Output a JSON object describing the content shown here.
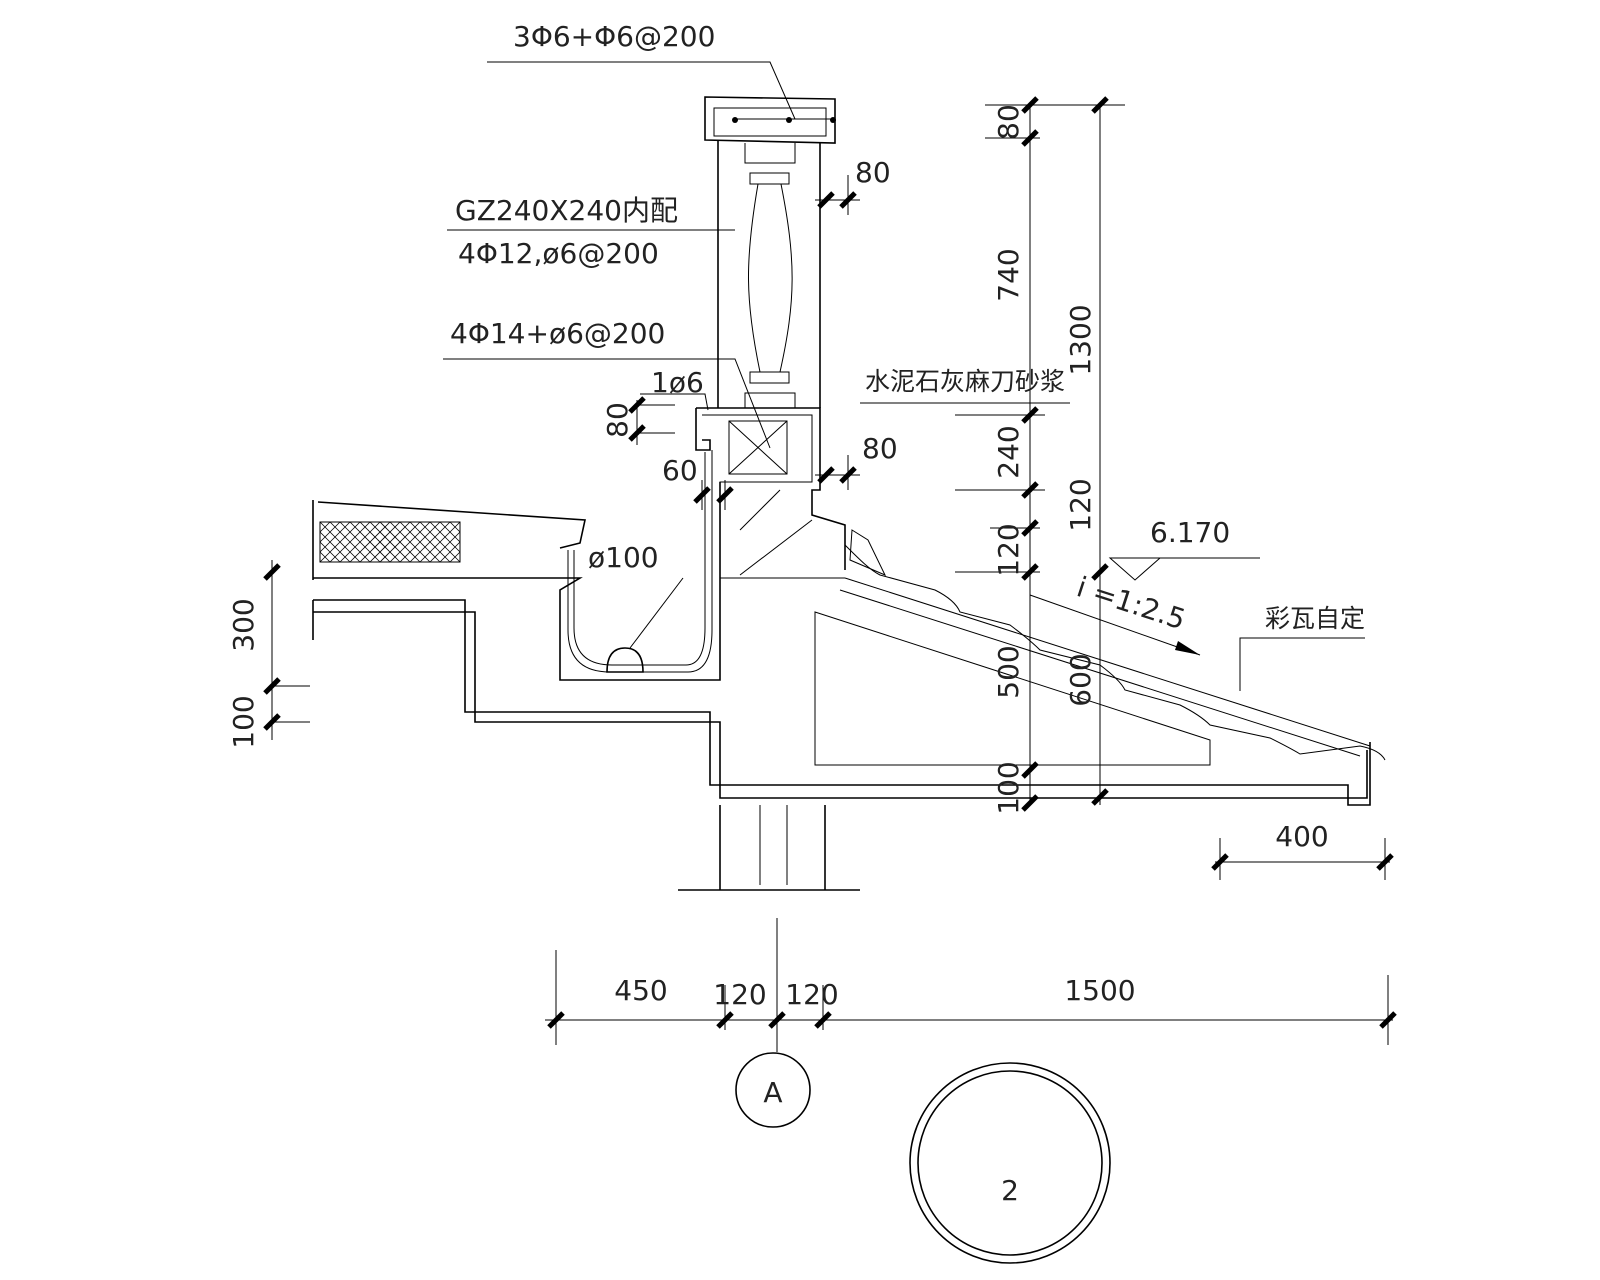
{
  "drawing": {
    "labels": {
      "cap_rebar": "3Φ6+Φ6@200",
      "column": "GZ240X240内配",
      "column_rebar": "4Φ12,ø6@200",
      "beam_rebar": "4Φ14+ø6@200",
      "hook_bar": "1ø6",
      "pipe": "ø100",
      "mortar": "水泥石灰麻刀砂浆",
      "elevation": "6.170",
      "slope": "i =1:2.5",
      "tile": "彩瓦自定"
    },
    "dims": {
      "cap_offset": "80",
      "beam_offset": "80",
      "hook_height": "80",
      "hook_width": "60",
      "v_80": "80",
      "v_740": "740",
      "v_1300": "1300",
      "v_240": "240",
      "v_120a": "120",
      "v_120b": "120",
      "v_500": "500",
      "v_600": "600",
      "v_100": "100",
      "eave_400": "400",
      "left_300": "300",
      "left_100": "100",
      "b_450": "450",
      "b_120a": "120",
      "b_120b": "120",
      "b_1500": "1500"
    },
    "axis_label": "A",
    "detail_number": "2"
  }
}
